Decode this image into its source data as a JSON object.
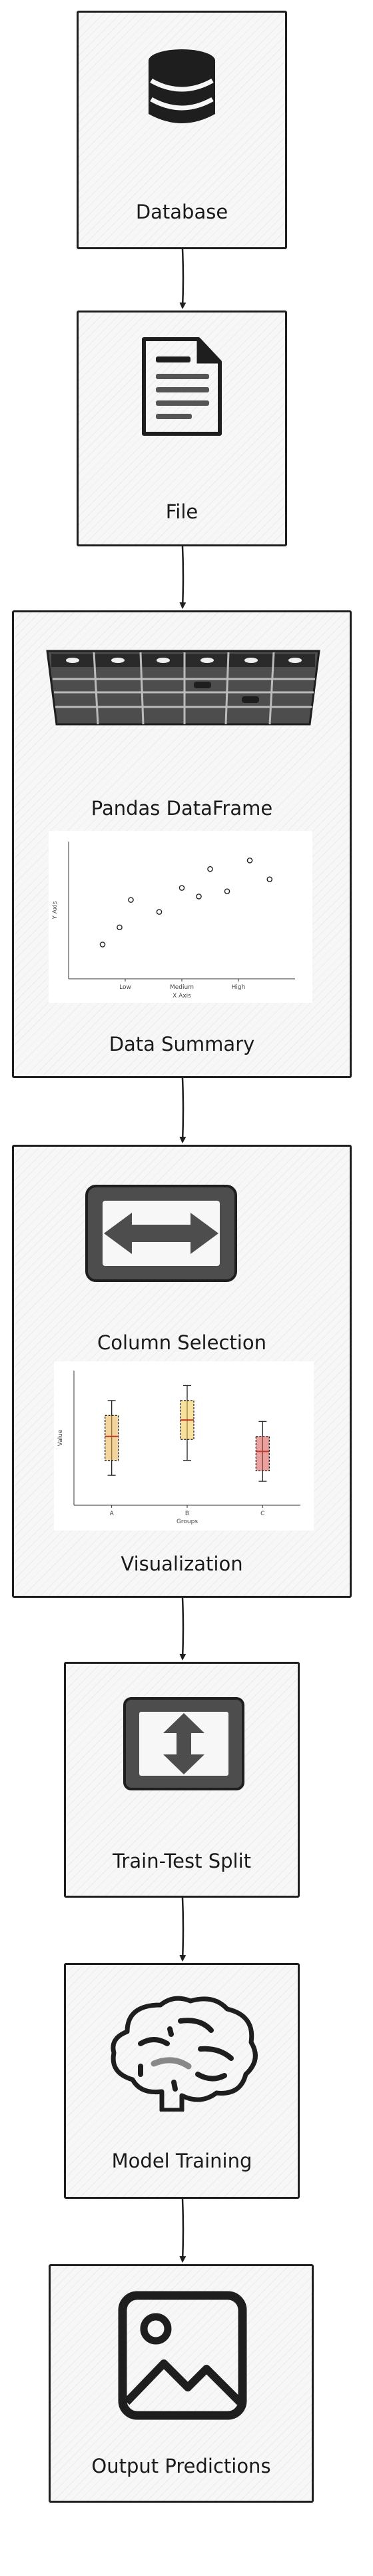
{
  "nodes": {
    "database": {
      "label": "Database",
      "icon": "database-icon"
    },
    "file": {
      "label": "File",
      "icon": "document-icon"
    },
    "dataframe": {
      "label": "Pandas DataFrame",
      "icon": "table-icon"
    },
    "summary": {
      "label": "Data Summary"
    },
    "column_selection": {
      "label": "Column Selection",
      "icon": "horizontal-arrows-icon"
    },
    "visualization": {
      "label": "Visualization"
    },
    "split": {
      "label": "Train-Test Split",
      "icon": "vertical-arrows-icon"
    },
    "training": {
      "label": "Model Training",
      "icon": "brain-icon"
    },
    "predictions": {
      "label": "Output Predictions",
      "icon": "image-icon"
    }
  },
  "chart_data": [
    {
      "type": "scatter",
      "title": "",
      "xlabel": "X Axis",
      "ylabel": "Y Axis",
      "categories": [
        "Low",
        "Medium",
        "High"
      ],
      "points": [
        {
          "x": 0.6,
          "y": 2.0
        },
        {
          "x": 0.9,
          "y": 3.0
        },
        {
          "x": 1.1,
          "y": 4.6
        },
        {
          "x": 1.6,
          "y": 3.9
        },
        {
          "x": 2.0,
          "y": 5.3
        },
        {
          "x": 2.3,
          "y": 4.8
        },
        {
          "x": 2.5,
          "y": 6.4
        },
        {
          "x": 2.8,
          "y": 5.1
        },
        {
          "x": 3.2,
          "y": 6.9
        },
        {
          "x": 3.55,
          "y": 5.8
        }
      ],
      "xlim": [
        0,
        4
      ],
      "ylim": [
        0,
        8
      ],
      "grid": false
    },
    {
      "type": "box",
      "title": "",
      "xlabel": "Groups",
      "ylabel": "Value",
      "categories": [
        "A",
        "B",
        "C"
      ],
      "boxes": [
        {
          "min": 2.0,
          "q1": 3.0,
          "median": 4.6,
          "q3": 6.0,
          "max": 7.0,
          "color": "#e8b04b"
        },
        {
          "min": 3.0,
          "q1": 4.4,
          "median": 5.7,
          "q3": 7.0,
          "max": 8.0,
          "color": "#f2c94c"
        },
        {
          "min": 1.6,
          "q1": 2.3,
          "median": 3.6,
          "q3": 4.6,
          "max": 5.6,
          "color": "#d9534f"
        }
      ],
      "ylim": [
        0,
        9
      ],
      "grid": false
    }
  ]
}
